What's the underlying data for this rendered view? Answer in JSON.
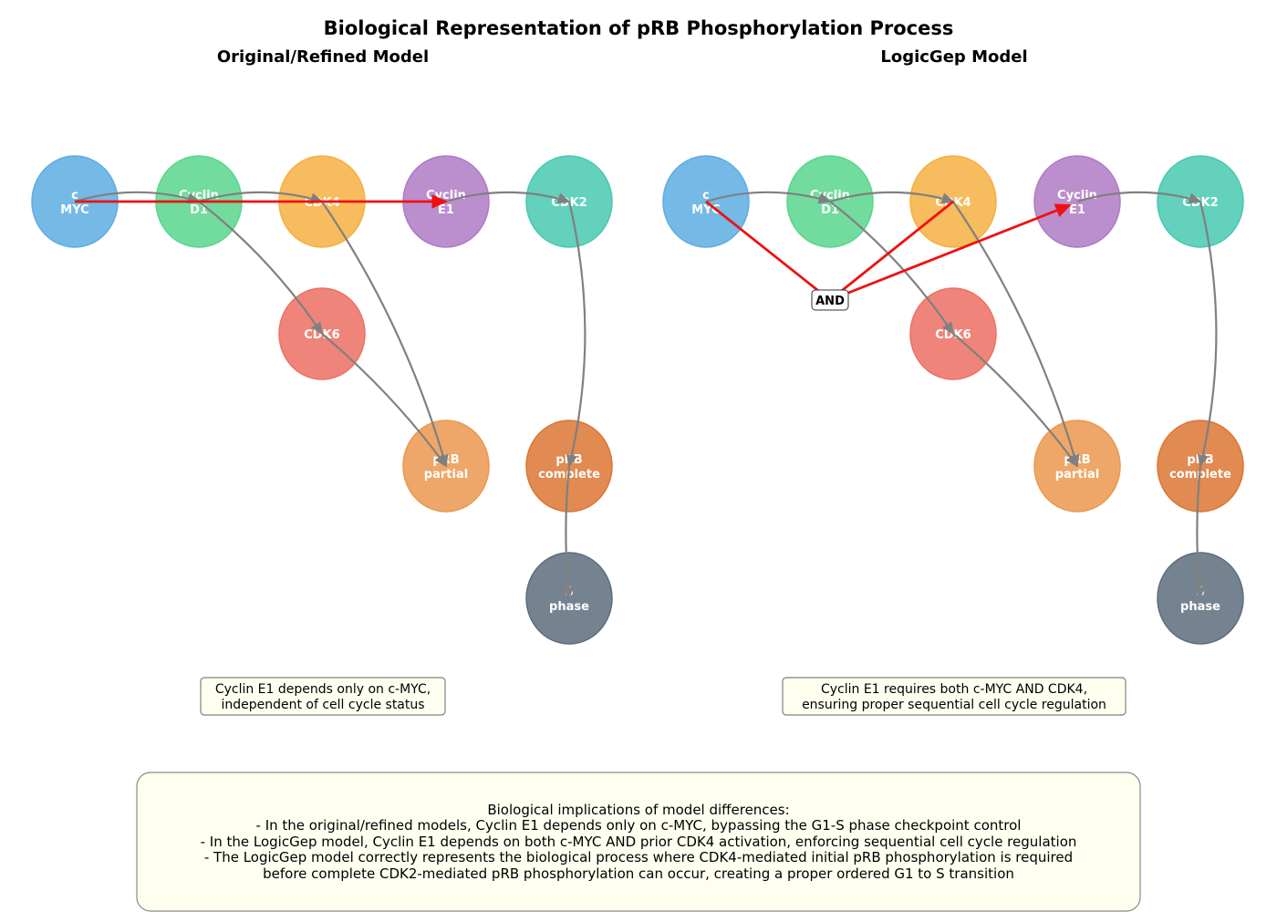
{
  "title": "Biological Representation of pRB Phosphorylation Process",
  "panels": [
    {
      "title": "Original/Refined Model",
      "nodes": {
        "cmyc": [
          "c",
          "MYC"
        ],
        "cycd1": [
          "Cyclin",
          "D1"
        ],
        "cdk4": [
          "CDK4"
        ],
        "cyce1": [
          "Cyclin",
          "E1"
        ],
        "cdk2": [
          "CDK2"
        ],
        "cdk6": [
          "CDK6"
        ],
        "prb_partial": [
          "pRB",
          "partial"
        ],
        "prb_complete": [
          "pRB",
          "complete"
        ],
        "sphase": [
          "S",
          "phase"
        ]
      },
      "note": [
        "Cyclin E1 depends only on c-MYC,",
        "independent of cell cycle status"
      ]
    },
    {
      "title": "LogicGep Model",
      "nodes": {
        "cmyc": [
          "c",
          "MYC"
        ],
        "cycd1": [
          "Cyclin",
          "D1"
        ],
        "cdk4": [
          "CDK4"
        ],
        "cyce1": [
          "Cyclin",
          "E1"
        ],
        "cdk2": [
          "CDK2"
        ],
        "cdk6": [
          "CDK6"
        ],
        "prb_partial": [
          "pRB",
          "partial"
        ],
        "prb_complete": [
          "pRB",
          "complete"
        ],
        "sphase": [
          "S",
          "phase"
        ]
      },
      "and_label": "AND",
      "note": [
        "Cyclin E1 requires both c-MYC AND CDK4,",
        "ensuring proper sequential cell cycle regulation"
      ]
    }
  ],
  "implications": [
    "Biological implications of model differences:",
    "- In the original/refined models, Cyclin E1 depends only on c-MYC, bypassing the G1-S phase checkpoint control",
    "- In the LogicGep model, Cyclin E1 depends on both c-MYC AND prior CDK4 activation, enforcing sequential cell cycle regulation",
    "- The LogicGep model correctly represents the biological process where CDK4-mediated initial pRB phosphorylation is required",
    "before complete CDK2-mediated pRB phosphorylation can occur, creating a proper ordered G1 to S transition"
  ],
  "colors": {
    "cmyc": "#5dade2",
    "cycd1": "#58d68d",
    "cdk4": "#f5b041",
    "cyce1": "#af7ac5",
    "cdk2": "#48c9b0",
    "cdk6": "#ec7063",
    "prb_partial": "#eb984e",
    "prb_complete": "#dc7633",
    "sphase": "#5d6d7e",
    "edge": "#808080",
    "highlight": "#ee1111",
    "note_bg": "#fffff0"
  }
}
